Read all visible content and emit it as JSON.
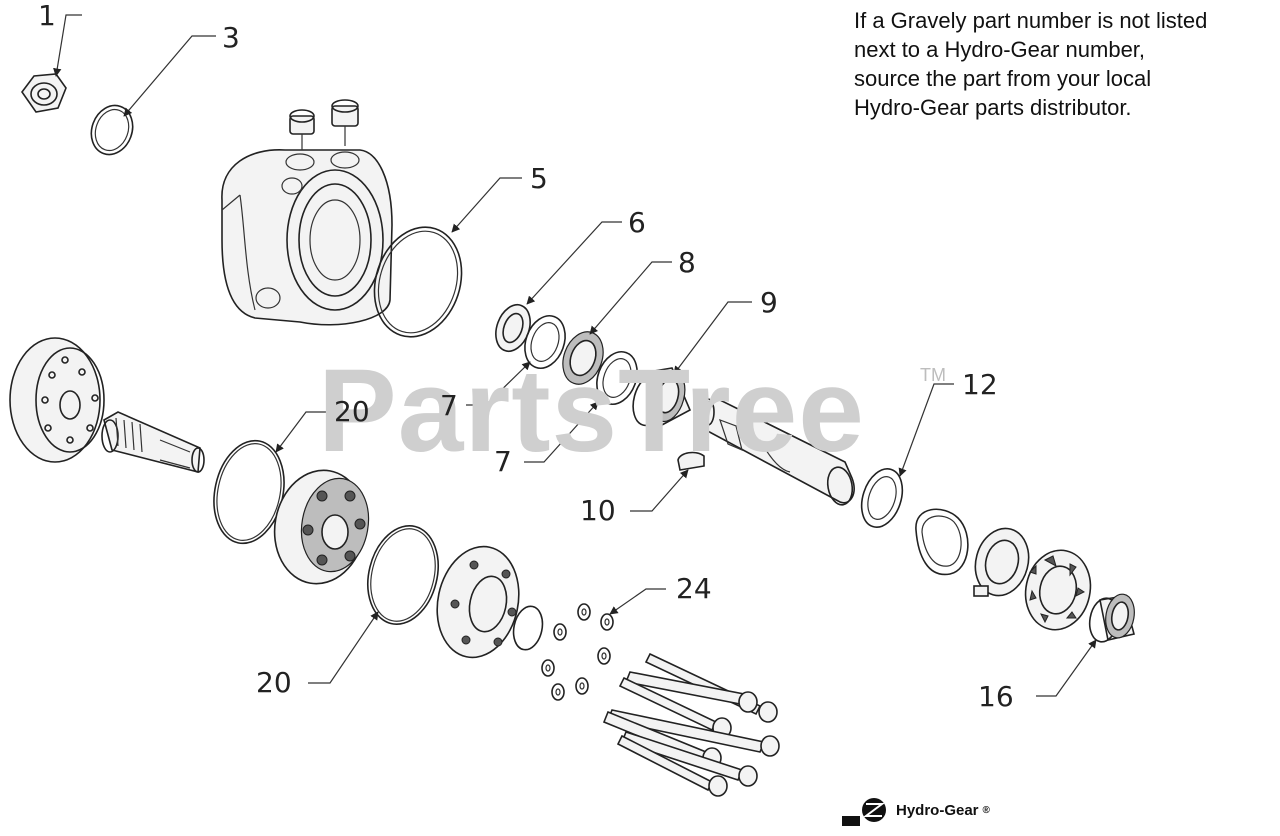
{
  "note": {
    "lines": [
      "If a Gravely part number is not listed",
      "next to a Hydro-Gear number,",
      "source the part from your local",
      "Hydro-Gear parts distributor."
    ]
  },
  "watermark": {
    "text": "PartsTree",
    "trademark": "TM"
  },
  "callouts": [
    {
      "id": "c1",
      "label": "1"
    },
    {
      "id": "c3",
      "label": "3"
    },
    {
      "id": "c5",
      "label": "5"
    },
    {
      "id": "c6",
      "label": "6"
    },
    {
      "id": "c8",
      "label": "8"
    },
    {
      "id": "c9",
      "label": "9"
    },
    {
      "id": "c12",
      "label": "12"
    },
    {
      "id": "c7a",
      "label": "7"
    },
    {
      "id": "c7b",
      "label": "7"
    },
    {
      "id": "c20a",
      "label": "20"
    },
    {
      "id": "c10",
      "label": "10"
    },
    {
      "id": "c24",
      "label": "24"
    },
    {
      "id": "c20b",
      "label": "20"
    },
    {
      "id": "c16",
      "label": "16"
    }
  ],
  "brand": {
    "name": "Hydro-Gear",
    "mark": "®"
  },
  "colors": {
    "line": "#222222",
    "watermark": "#cfcfcf",
    "background": "#ffffff"
  }
}
